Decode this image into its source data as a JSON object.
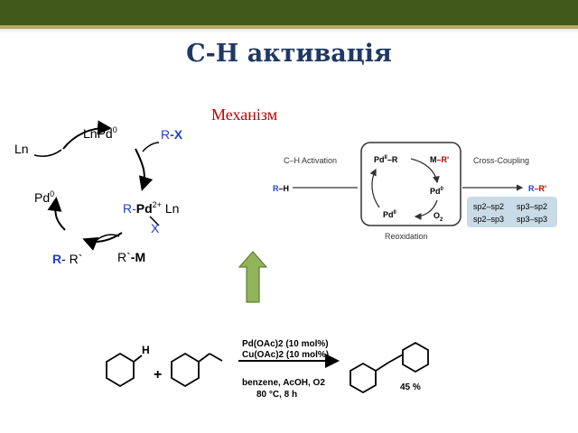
{
  "slide": {
    "title": "C-H активація",
    "subtitle": "Механізм"
  },
  "cycle_left": {
    "ln": "Ln",
    "lnpd0": "LnPd",
    "lnpd0_sup": "0",
    "rx_r": "R",
    "rx_x": "-X",
    "pd0": "Pd",
    "pd0_sup": "0",
    "rpd_r": "R-",
    "rpd_pd": "Pd",
    "rpd_sup": "2+",
    "rpd_ln": " Ln",
    "rpd_x": "X",
    "product_r": "R",
    "product_rest": "- R`",
    "rm_r": "R`",
    "rm_m": "-M"
  },
  "cycle_right": {
    "ch_activation": "C–H Activation",
    "cross_coupling": "Cross-Coupling",
    "reoxidation": "Reoxidation",
    "rh_r": "R",
    "rh_h": "–H",
    "pd2r_pd": "Pd",
    "pd2r_sup": "II",
    "pd2r_r": "–R",
    "mr_m": "M",
    "mr_r": "–R'",
    "pd0_a": "Pd",
    "pd0_a_sup": "0",
    "pd2_b": "Pd",
    "pd2_b_sup": "II",
    "o2": "O",
    "o2_sub": "2",
    "product_r": "R",
    "product_r2": "–R'",
    "box": [
      "sp2–sp2",
      "sp3–sp2",
      "sp2–sp3",
      "sp3–sp3"
    ]
  },
  "reaction": {
    "h_label": "H",
    "plus": "+",
    "cond_line1": "Pd(OAc)2 (10 mol%)",
    "cond_line2": "Cu(OAc)2 (10 mol%)",
    "cond_line3": "benzene, AcOH, O2",
    "cond_line4": "80 °C, 8 h",
    "yield": "45 %"
  },
  "colors": {
    "title": "#1f3864",
    "subtitle": "#c00000",
    "blue_label": "#1f3fd0",
    "arrow_green": "#8fb45a",
    "box_bg": "#c9dbe6"
  }
}
